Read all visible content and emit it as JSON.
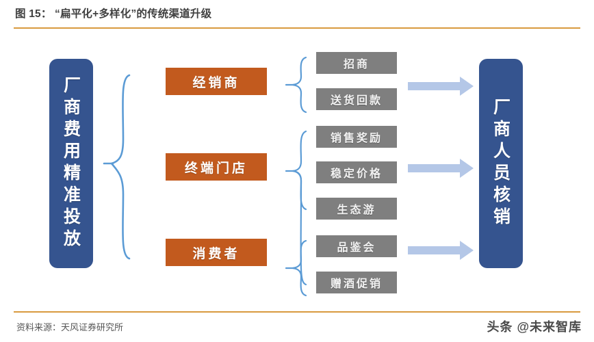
{
  "header": {
    "figure_label": "图 15：",
    "title": "“扁平化+多样化”的传统渠道升级",
    "full_title": "图 15： “扁平化+多样化”的传统渠道升级",
    "rule_color": "#d99a3e"
  },
  "footer": {
    "source": "资料来源：天风证券研究所",
    "watermark": "头条 @未来智库"
  },
  "diagram": {
    "type": "flow-diagram",
    "colors": {
      "pillar_blue": "#35548f",
      "channel_orange": "#c25a1e",
      "activity_gray": "#7f7f7f",
      "brace_blue": "#5b9bd5",
      "arrow_blue": "#b4c7e7"
    },
    "left_pillar": {
      "label": "厂商费用精准投放",
      "orientation": "vertical"
    },
    "right_pillar": {
      "label": "厂商人员核销",
      "orientation": "vertical"
    },
    "channels": [
      {
        "label": "经销商",
        "activities": [
          "招商",
          "送货回款"
        ]
      },
      {
        "label": "终端门店",
        "activities": [
          "销售奖励",
          "稳定价格",
          "生态游"
        ]
      },
      {
        "label": "消费者",
        "activities": [
          "品鉴会",
          "赠酒促销"
        ]
      }
    ],
    "activities_flat": [
      "招商",
      "送货回款",
      "销售奖励",
      "稳定价格",
      "生态游",
      "品鉴会",
      "赠酒促销"
    ],
    "arrow_count": 3
  }
}
